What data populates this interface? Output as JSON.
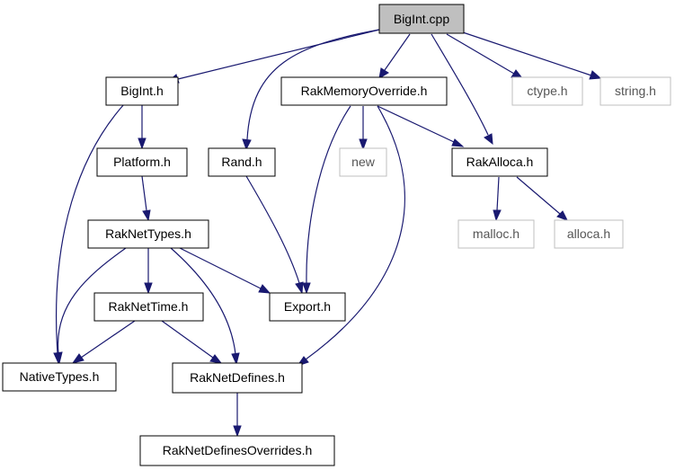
{
  "graph": {
    "colors": {
      "root_fill": "#bfbfbf",
      "root_border": "#000000",
      "node_fill": "#ffffff",
      "node_border": "#000000",
      "external_border": "#bfbfbf",
      "edge": "#191970"
    },
    "nodes": {
      "bigint_cpp": {
        "label": "BigInt.cpp"
      },
      "bigint_h": {
        "label": "BigInt.h"
      },
      "rakmemoryoverride_h": {
        "label": "RakMemoryOverride.h"
      },
      "ctype_h": {
        "label": "ctype.h"
      },
      "string_h": {
        "label": "string.h"
      },
      "platform_h": {
        "label": "Platform.h"
      },
      "rand_h": {
        "label": "Rand.h"
      },
      "new": {
        "label": "new"
      },
      "rakalloca_h": {
        "label": "RakAlloca.h"
      },
      "raknettypes_h": {
        "label": "RakNetTypes.h"
      },
      "malloc_h": {
        "label": "malloc.h"
      },
      "alloca_h": {
        "label": "alloca.h"
      },
      "raknettime_h": {
        "label": "RakNetTime.h"
      },
      "export_h": {
        "label": "Export.h"
      },
      "nativetypes_h": {
        "label": "NativeTypes.h"
      },
      "raknetdefines_h": {
        "label": "RakNetDefines.h"
      },
      "raknetdefinesoverrides_h": {
        "label": "RakNetDefinesOverrides.h"
      }
    }
  }
}
